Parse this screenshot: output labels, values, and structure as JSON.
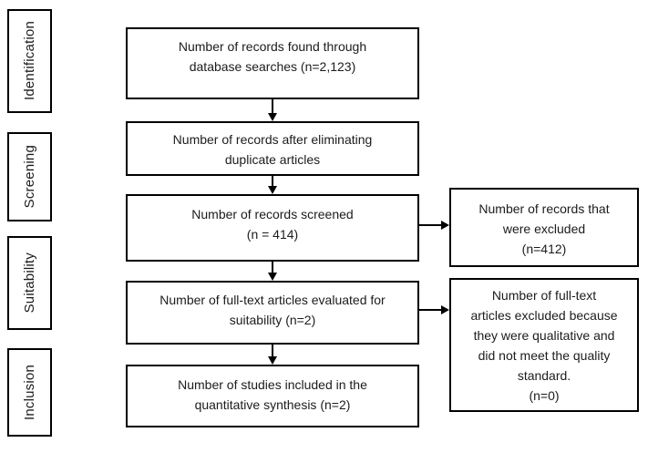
{
  "colors": {
    "border": "#000000",
    "background": "#ffffff",
    "text": "#1c1c1c"
  },
  "stages": [
    {
      "label": "Identification"
    },
    {
      "label": "Screening"
    },
    {
      "label": "Suitability"
    },
    {
      "label": "Inclusion"
    }
  ],
  "flow": {
    "boxes": [
      {
        "text": "Number of records found through\ndatabase searches (n=2,123)"
      },
      {
        "text": "Number of records after eliminating\nduplicate articles"
      },
      {
        "text": "Number of records screened\n(n = 414)"
      },
      {
        "text": "Number of full-text articles evaluated for\nsuitability (n=2)"
      },
      {
        "text": "Number of studies included in the\nquantitative synthesis (n=2)"
      }
    ],
    "exclusion_boxes": [
      {
        "text": "Number of records that\nwere excluded\n(n=412)"
      },
      {
        "text": "Number of full-text\narticles excluded because\nthey were qualitative and\ndid not meet the quality\nstandard.\n(n=0)"
      }
    ]
  }
}
